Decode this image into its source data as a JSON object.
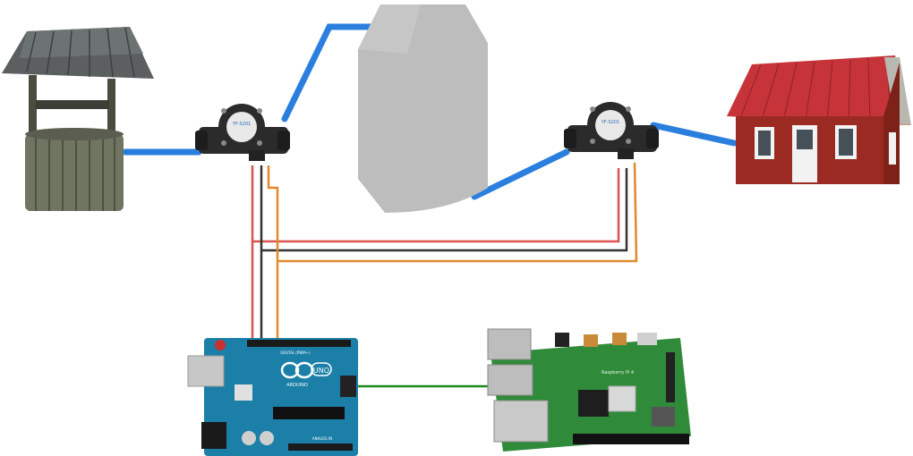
{
  "colors": {
    "pipe": "#2a7fde",
    "wire_red": "#d9534f",
    "wire_black": "#333333",
    "wire_orange": "#e08a2c",
    "wire_green": "#1f8a1f",
    "arduino_board": "#1b7fa8",
    "pi_board": "#2f8a3a",
    "tank": "#bdbdbd",
    "house_wall": "#9b2b22",
    "house_roof": "#c6343a",
    "sensor_body": "#2b2b2b"
  },
  "components": {
    "well": {
      "icon": "water-well-icon"
    },
    "flow_sensor_1": {
      "icon": "flow-sensor-icon",
      "silkscreen": "YF-S201"
    },
    "tank": {
      "icon": "water-tank-icon"
    },
    "flow_sensor_2": {
      "icon": "flow-sensor-icon",
      "silkscreen": "YF-S201"
    },
    "house": {
      "icon": "house-icon"
    },
    "arduino": {
      "icon": "arduino-uno-icon",
      "logo_text": "UNO",
      "brand_text": "ARDUINO",
      "label_digital": "DIGITAL (PWM~)",
      "label_analog": "ANALOG IN"
    },
    "raspberry_pi": {
      "icon": "raspberry-pi-icon",
      "silkscreen": "Raspberry Pi 4"
    }
  }
}
